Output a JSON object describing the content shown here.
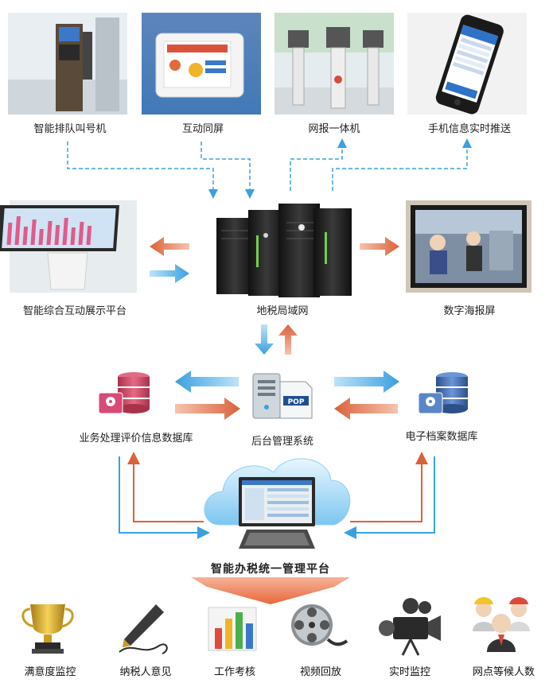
{
  "devices": {
    "top": [
      {
        "id": "queue",
        "label": "智能排队叫号机",
        "icon": "queue-kiosk-icon"
      },
      {
        "id": "screen",
        "label": "互动同屏",
        "icon": "tablet-screen-icon"
      },
      {
        "id": "report",
        "label": "网报一体机",
        "icon": "self-service-kiosk-icon"
      },
      {
        "id": "mobile",
        "label": "手机信息实时推送",
        "icon": "smartphone-icon"
      }
    ],
    "left": {
      "label": "智能综合互动展示平台",
      "icon": "touch-table-icon"
    },
    "right": {
      "label": "数字海报屏",
      "icon": "wall-display-icon"
    }
  },
  "center": {
    "network": {
      "label": "地税局域网",
      "icon": "server-rack-icon"
    },
    "backend": {
      "label": "后台管理系统",
      "icon": "pop-server-icon",
      "badge": "POP"
    },
    "db_left": {
      "label": "业务处理评价信息数据库",
      "icon": "database-icon"
    },
    "db_right": {
      "label": "电子档案数据库",
      "icon": "database-icon"
    },
    "platform": {
      "label": "智能办税统一管理平台",
      "icon": "cloud-computer-icon"
    }
  },
  "modules": [
    {
      "label": "满意度监控",
      "icon": "trophy-icon"
    },
    {
      "label": "纳税人意见",
      "icon": "fountain-pen-icon"
    },
    {
      "label": "工作考核",
      "icon": "bar-chart-icon"
    },
    {
      "label": "视频回放",
      "icon": "film-reel-icon"
    },
    {
      "label": "实时监控",
      "icon": "video-camera-icon"
    },
    {
      "label": "网点等候人数",
      "icon": "people-group-icon"
    }
  ],
  "colors": {
    "blue_arrow": "#3aa0e0",
    "orange_arrow": "#d9623a",
    "dashed_arrow": "#3aa0e0",
    "platform_arrow": "#e8663a"
  }
}
